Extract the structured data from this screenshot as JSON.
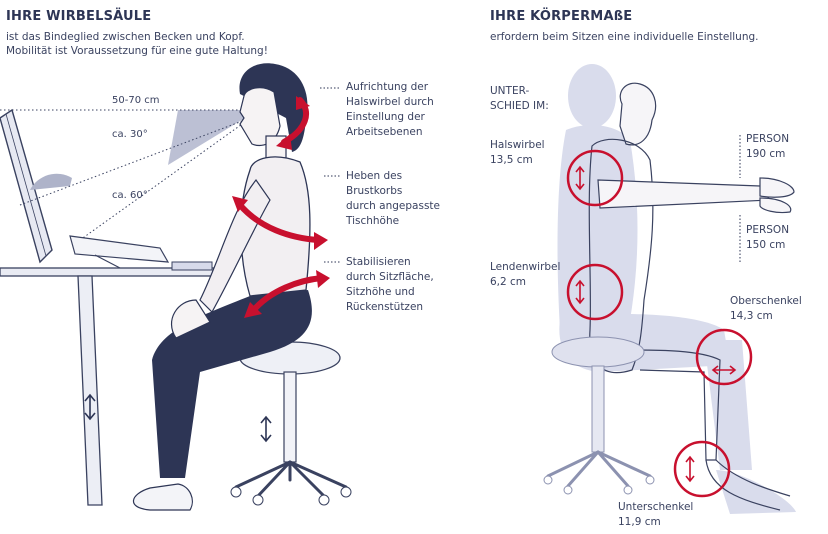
{
  "left": {
    "heading": "IHRE WIRBELSÄULE",
    "sub1": "ist das Bindeglied zwischen Becken und Kopf.",
    "sub2": "Mobilität ist Voraussetzung für eine gute Haltung!",
    "distance": "50-70 cm",
    "angle1": "ca. 30°",
    "angle2": "ca. 60°",
    "callouts": [
      [
        "Aufrichtung der",
        "Halswirbel durch",
        "Einstellung der",
        "Arbeitsebenen"
      ],
      [
        "Heben des",
        "Brustkorbs",
        "durch angepasste",
        "Tischhöhe"
      ],
      [
        "Stabilisieren",
        "durch Sitzfläche,",
        "Sitzhöhe und",
        "Rückenstützen"
      ]
    ]
  },
  "right": {
    "heading": "IHRE KÖRPERMAßE",
    "sub": "erfordern beim Sitzen eine individuelle Einstellung.",
    "diff_line1": "UNTER-",
    "diff_line2": "SCHIED IM:",
    "measurements": [
      {
        "name": "Halswirbel",
        "value": "13,5 cm"
      },
      {
        "name": "Lendenwirbel",
        "value": "6,2 cm"
      },
      {
        "name": "Oberschenkel",
        "value": "14,3 cm"
      },
      {
        "name": "Unterschenkel",
        "value": "11,9 cm"
      }
    ],
    "person_tall_label": "PERSON",
    "person_tall_value": "190 cm",
    "person_short_label": "PERSON",
    "person_short_value": "150 cm"
  },
  "colors": {
    "accent": "#c8102e",
    "navy": "#2d3555",
    "silhouette": "#d9dcec",
    "skin": "#f4f1f3"
  }
}
